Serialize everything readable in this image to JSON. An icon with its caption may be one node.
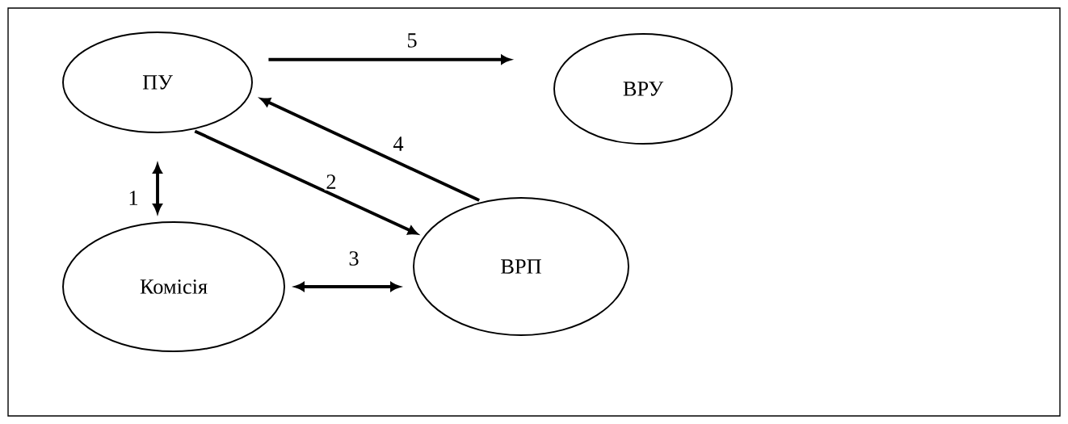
{
  "diagram": {
    "nodes": [
      {
        "text": [
          "ПУ"
        ]
      },
      {
        "text": [
          "ВРУ"
        ]
      },
      {
        "text": [
          "Комісія"
        ]
      },
      {
        "text": [
          "ВРП"
        ]
      }
    ],
    "edges": [
      {
        "from": 0,
        "to": 2,
        "arrow": "both",
        "label": "1"
      },
      {
        "from": 0,
        "to": 3,
        "arrow": "to",
        "label": "2"
      },
      {
        "from": 2,
        "to": 3,
        "arrow": "both",
        "label": "3"
      },
      {
        "from": 3,
        "to": 0,
        "arrow": "to",
        "label": "4"
      },
      {
        "from": 0,
        "to": 1,
        "arrow": "to",
        "label": "5"
      }
    ]
  }
}
